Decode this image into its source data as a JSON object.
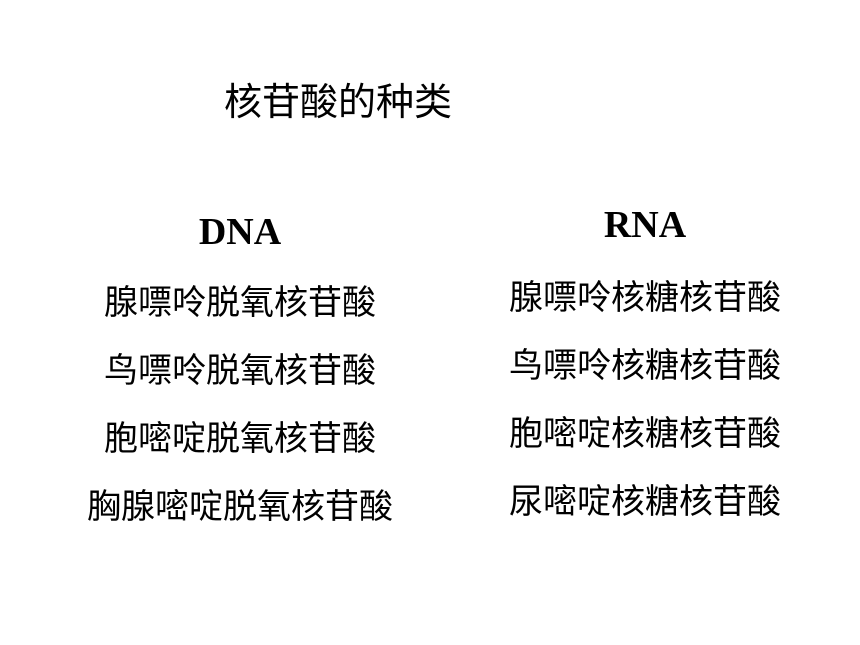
{
  "title": "核苷酸的种类",
  "dna": {
    "heading": "DNA",
    "items": [
      "腺嘌呤脱氧核苷酸",
      "鸟嘌呤脱氧核苷酸",
      "胞嘧啶脱氧核苷酸",
      "胸腺嘧啶脱氧核苷酸"
    ]
  },
  "rna": {
    "heading": "RNA",
    "items": [
      "腺嘌呤核糖核苷酸",
      "鸟嘌呤核糖核苷酸",
      "胞嘧啶核糖核苷酸",
      "尿嘧啶核糖核苷酸"
    ]
  }
}
